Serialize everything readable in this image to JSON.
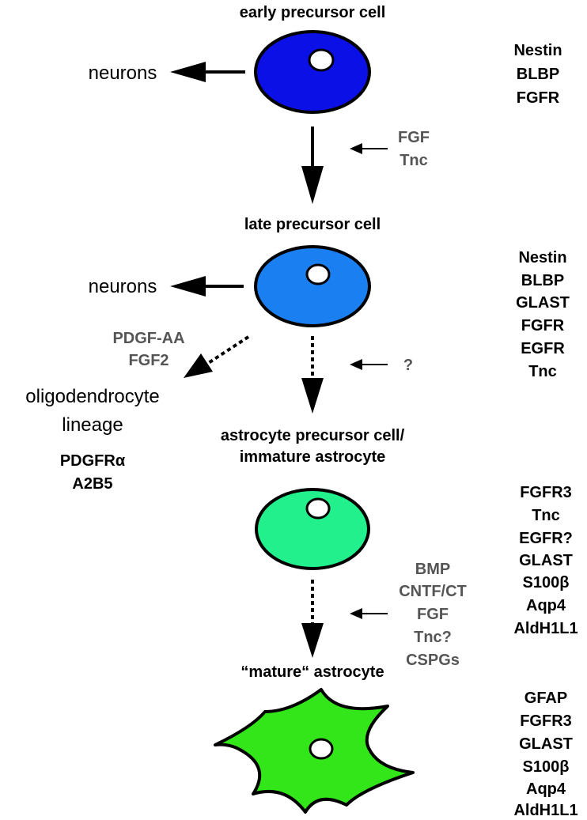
{
  "stages": {
    "early": {
      "title": "early precursor cell",
      "color": "#0a10e6",
      "markers": [
        "Nestin",
        "BLBP",
        "FGFR"
      ]
    },
    "late": {
      "title": "late precursor cell",
      "color": "#1a7ff0",
      "markers": [
        "Nestin",
        "BLBP",
        "GLAST",
        "FGFR",
        "EGFR",
        "Tnc"
      ]
    },
    "immature": {
      "title_line1": "astrocyte precursor cell/",
      "title_line2": "immature astrocyte",
      "color": "#22f08c",
      "markers": [
        "FGFR3",
        "Tnc",
        "EGFR?",
        "GLAST",
        "S100β",
        "Aqp4",
        "AldH1L1"
      ]
    },
    "mature": {
      "title": "“mature“ astrocyte",
      "color": "#33e61a",
      "markers": [
        "GFAP",
        "FGFR3",
        "GLAST",
        "S100β",
        "Aqp4",
        "AldH1L1"
      ]
    }
  },
  "outputs": {
    "neurons_1": "neurons",
    "neurons_2": "neurons",
    "oligo_line1": "oligodendrocyte",
    "oligo_line2": "lineage",
    "oligo_markers": [
      "PDGFRα",
      "A2B5"
    ]
  },
  "factors": {
    "early_to_late": [
      "FGF",
      "Tnc"
    ],
    "to_oligo": [
      "PDGF-AA",
      "FGF2"
    ],
    "late_to_immature": [
      "?"
    ],
    "immature_to_mature": [
      "BMP",
      "CNTF/CT",
      "FGF",
      "Tnc?",
      "CSPGs"
    ]
  }
}
